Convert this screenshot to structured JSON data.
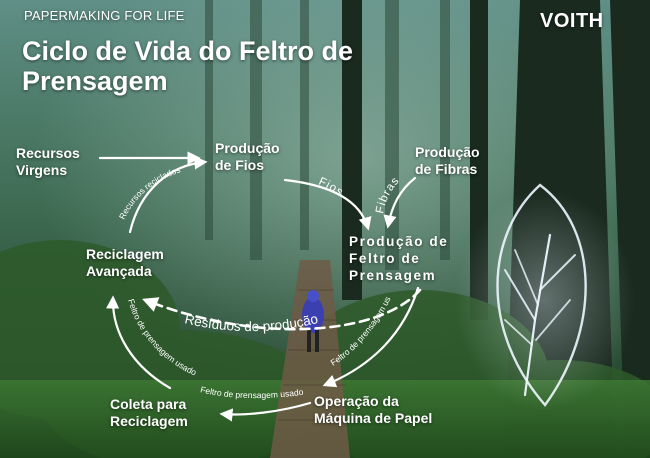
{
  "header": {
    "tagline": "PAPERMAKING FOR LIFE",
    "brand": "VOITH",
    "title": "Ciclo de Vida do Feltro de Prensagem"
  },
  "nodes": {
    "recursos": "Recursos Virgens",
    "producao_fios": "Produção de Fios",
    "producao_fibras": "Produção de Fibras",
    "producao_feltro": "Produção de Feltro de Prensagem",
    "reciclagem": "Reciclagem Avançada",
    "operacao": "Operação da Máquina de Papel",
    "coleta": "Coleta para Reciclagem"
  },
  "flow_labels": {
    "recursos_reciclados": "Recursos reciclados",
    "fios": "Fios",
    "fibras": "Fibras",
    "residuos": "Resíduos de produção",
    "feltro_usado_1": "Feltro de prensagem usado",
    "feltro_usado_2": "Feltro de prensagem usado",
    "feltro_usado_3": "Feltro de prensagem usado"
  },
  "colors": {
    "text": "#ffffff",
    "forest_dark": "#0f2418",
    "forest_mid": "#2f5a3a",
    "mist": "#7fa39a"
  }
}
